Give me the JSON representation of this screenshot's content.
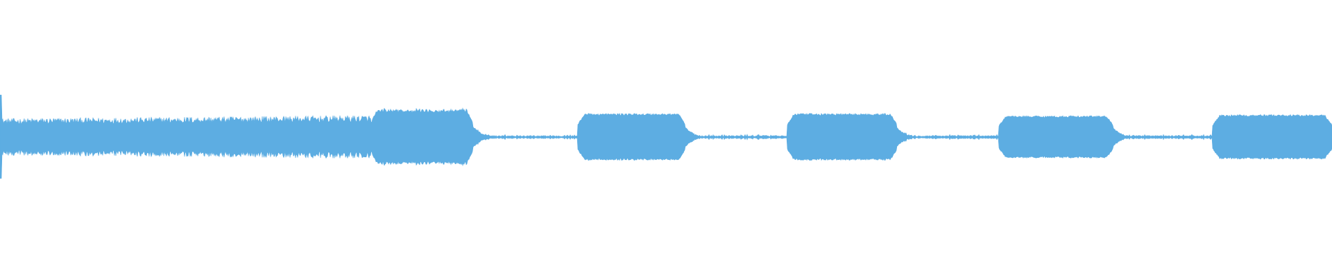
{
  "waveform": {
    "color": "#5DADE2",
    "background": "#FFFFFF",
    "description_segments": [
      {
        "label": "continuous-tone",
        "amplitude": 0.18
      },
      {
        "label": "burst-1",
        "amplitude": 0.24
      },
      {
        "label": "gap-1",
        "amplitude": 0.01
      },
      {
        "label": "burst-2",
        "amplitude": 0.21
      },
      {
        "label": "gap-2",
        "amplitude": 0.01
      },
      {
        "label": "burst-3",
        "amplitude": 0.21
      },
      {
        "label": "gap-3",
        "amplitude": 0.01
      },
      {
        "label": "burst-4",
        "amplitude": 0.19
      },
      {
        "label": "gap-4",
        "amplitude": 0.01
      },
      {
        "label": "burst-5",
        "amplitude": 0.2
      }
    ]
  }
}
